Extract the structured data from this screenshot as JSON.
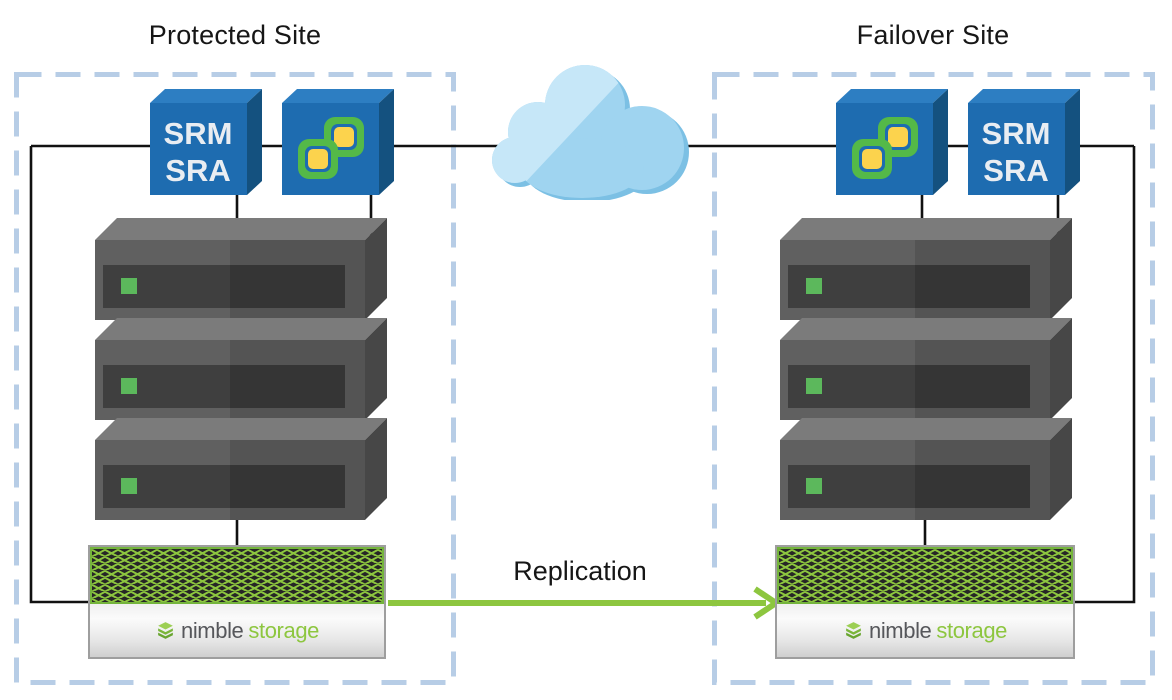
{
  "titles": {
    "protected": "Protected Site",
    "failover": "Failover Site"
  },
  "labels": {
    "replication": "Replication"
  },
  "srm_box": {
    "line1": "SRM",
    "line2": "SRA"
  },
  "storage_brand": {
    "left": "nimble",
    "right": "storage"
  },
  "colors": {
    "site_border": "#b7cde6",
    "connector": "#111111",
    "box_blue": "#1e6cb0",
    "box_blue_top": "#2d7ec2",
    "box_blue_side": "#14517f",
    "box_text": "#e9edf2",
    "vmware_green": "#54b948",
    "vmware_yellow": "#fcd34d",
    "server_top": "#7b7b7b",
    "server_front": "#606060",
    "server_front_shade": "#545454",
    "server_inset": "#3f3f3f",
    "server_inset_shade": "#353535",
    "server_side": "#474747",
    "led_green": "#5cb85c",
    "mesh_bg": "#262626",
    "mesh_green": "#8dc63f",
    "mesh_border": "#74b43c",
    "storage_border": "#9e9e9e",
    "arrow_green": "#8dc63f",
    "cloud_main": "#9fd4f0",
    "cloud_light": "#c6e7f8",
    "cloud_dark": "#7cc0e4",
    "brand_gray": "#56575b",
    "brand_green": "#8dc63f",
    "title_color": "#161616"
  }
}
